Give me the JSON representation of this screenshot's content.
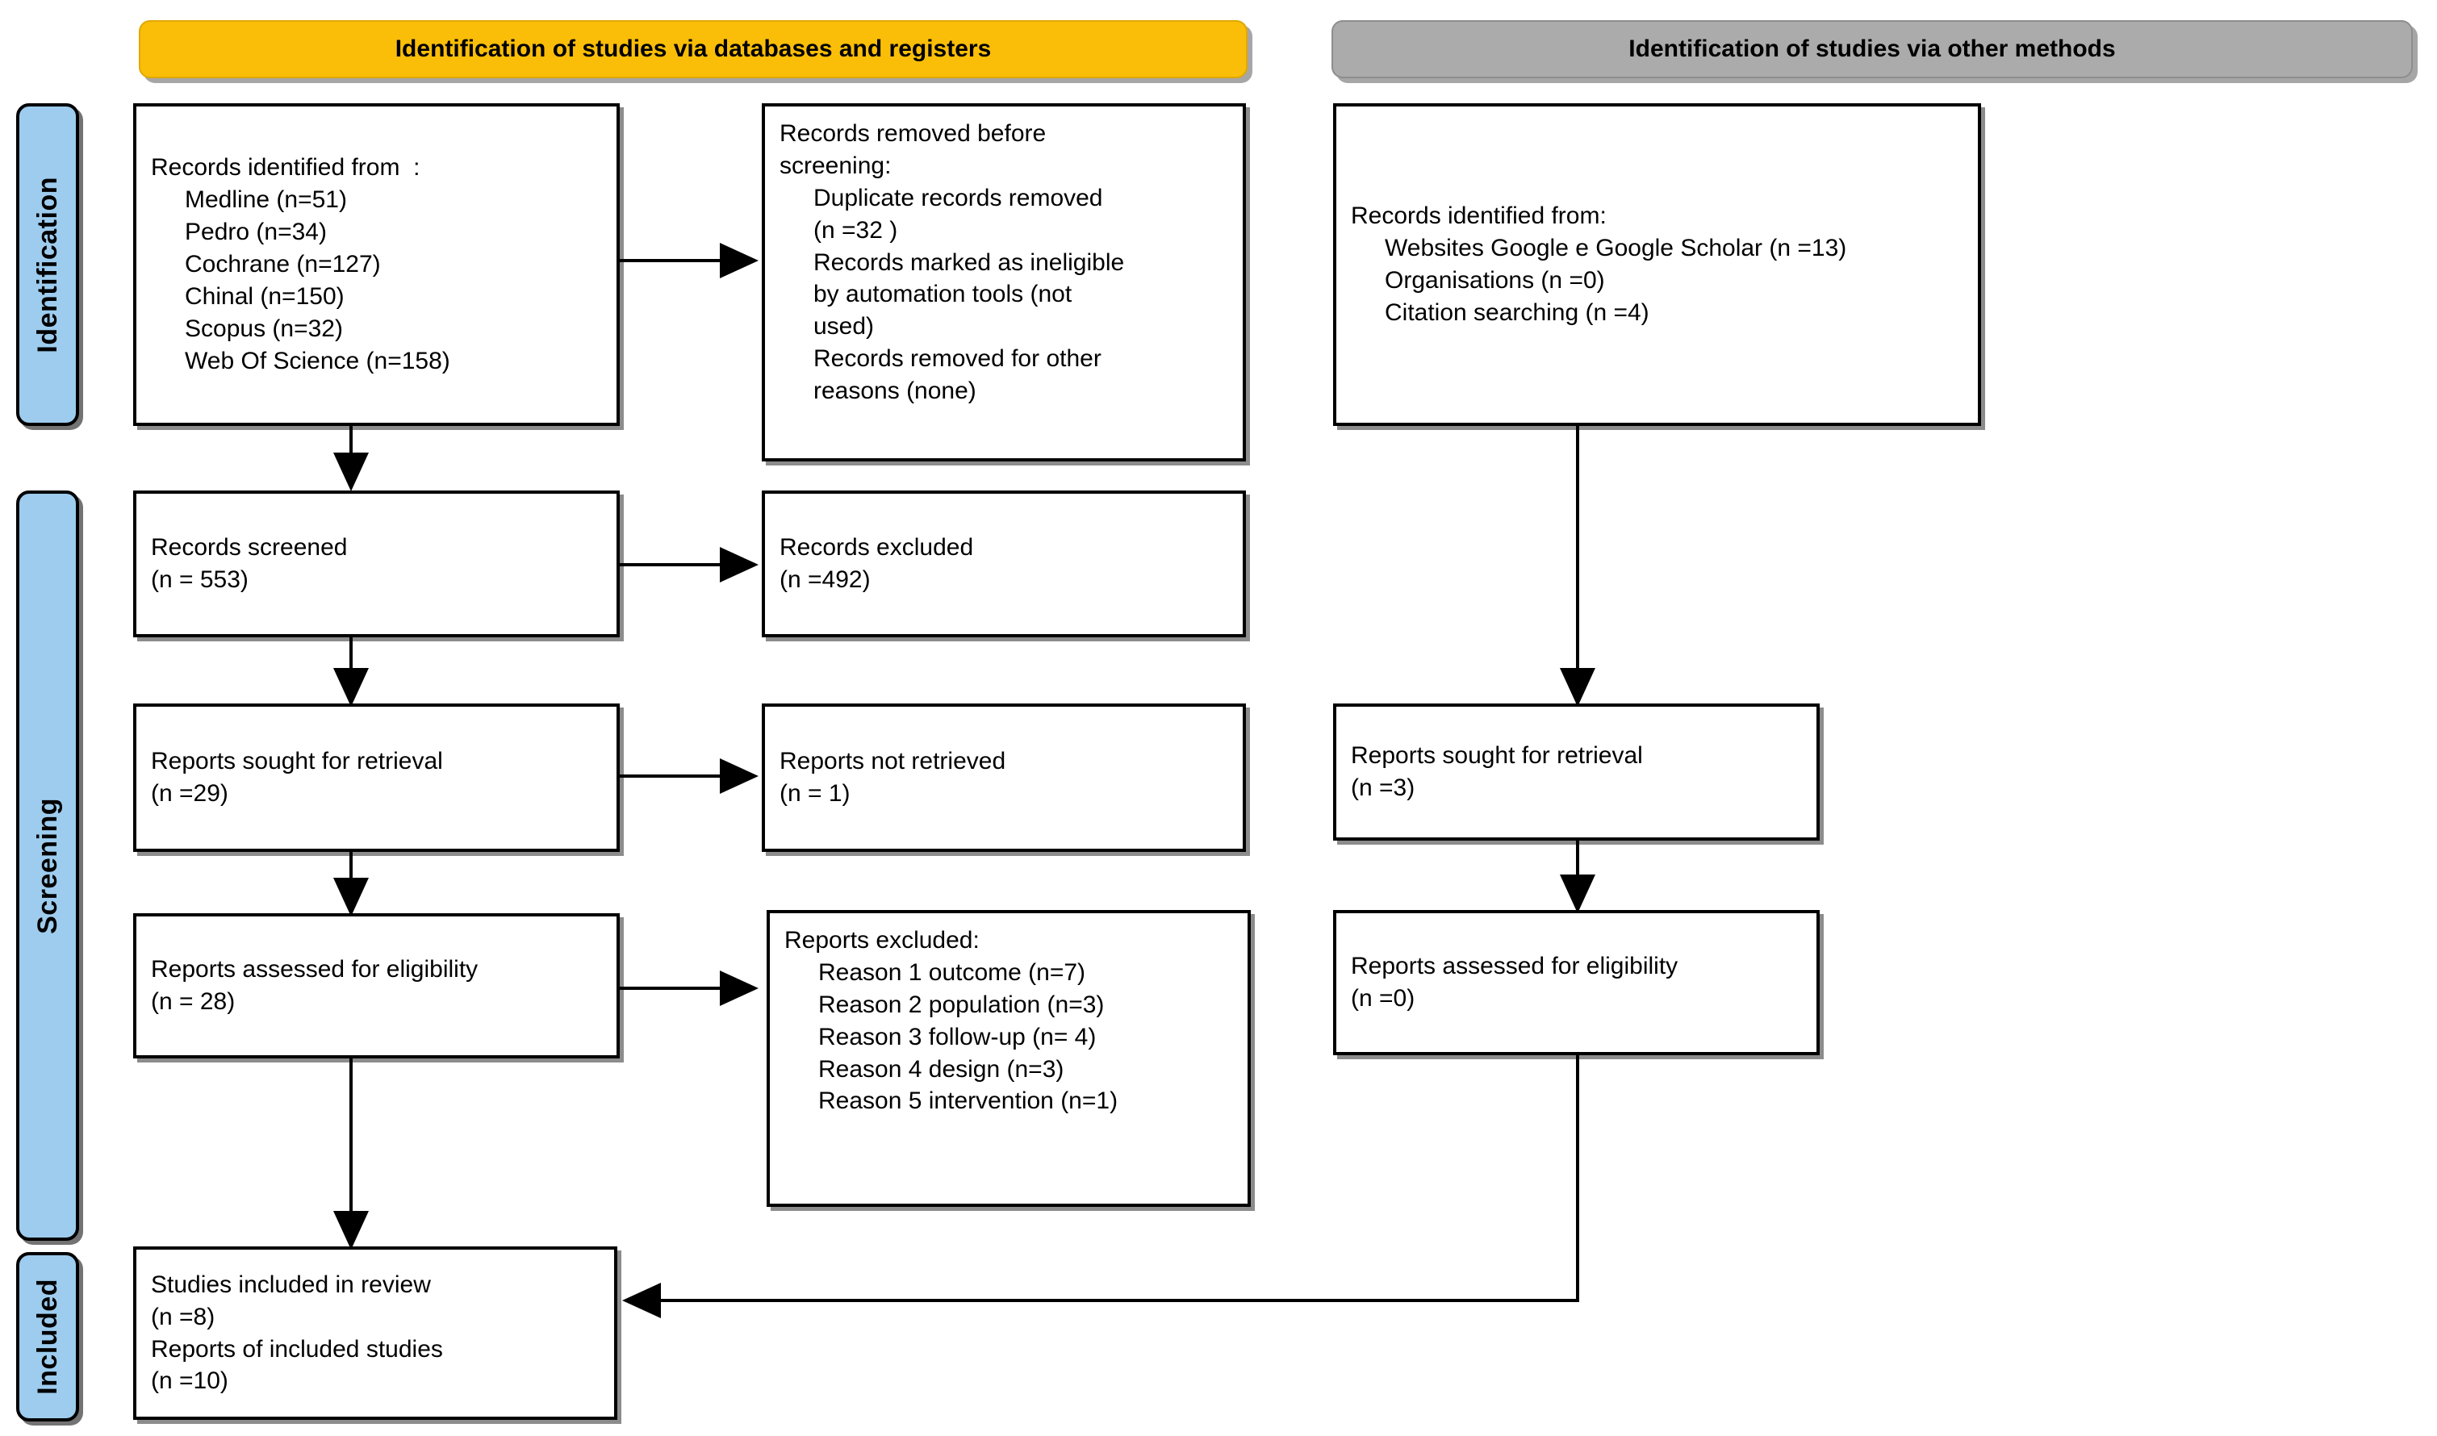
{
  "diagram": {
    "title": "PRISMA 2020 flow diagram",
    "colors": {
      "stage_pill_fill": "#9DCCEE",
      "banner_databases_fill": "#FBBE08",
      "banner_other_fill": "#ABABAB",
      "box_border": "#000000",
      "box_fill": "#FFFFFF",
      "connector": "#000000"
    }
  },
  "stages": [
    {
      "id": "identification",
      "label": "Identification"
    },
    {
      "id": "screening",
      "label": "Screening"
    },
    {
      "id": "included",
      "label": "Included"
    }
  ],
  "banners": {
    "databases": "Identification of studies via databases and registers",
    "other": "Identification of studies via other methods"
  },
  "boxes": {
    "records_identified": {
      "heading": "Records identified from  :",
      "items": [
        "Medline (n=51)",
        "Pedro (n=34)",
        "Cochrane (n=127)",
        "Chinal (n=150)",
        "Scopus (n=32)",
        "Web Of Science (n=158)"
      ]
    },
    "records_removed": {
      "heading_plain": "Records removed ",
      "heading_italic_a": "before",
      "heading_italic_b": "screening",
      "heading_colon": ":",
      "items": [
        "Duplicate records removed",
        "(n =32 )",
        "Records marked as ineligible",
        "by automation tools (not",
        "used)",
        "Records removed for other",
        "reasons (none)"
      ]
    },
    "records_screened": {
      "line1": "Records screened",
      "line2": "(n = 553)"
    },
    "records_excluded": {
      "line1": "Records excluded",
      "line2": "(n =492)"
    },
    "reports_sought_left": {
      "line1": "Reports sought for retrieval",
      "line2": "(n =29)"
    },
    "reports_not_retrieved": {
      "line1": "Reports not retrieved",
      "line2": "(n = 1)"
    },
    "reports_assessed_left": {
      "line1": "Reports assessed for eligibility",
      "line2": "(n = 28)"
    },
    "reports_excluded": {
      "heading": "Reports excluded:",
      "items": [
        "Reason 1 outcome (n=7)",
        "Reason 2 population (n=3)",
        "Reason 3 follow-up (n= 4)",
        "Reason 4 design (n=3)",
        "Reason 5 intervention (n=1)"
      ]
    },
    "records_identified_other": {
      "heading": "Records identified from:",
      "items": [
        "Websites Google e Google Scholar (n =13)",
        "Organisations (n =0)",
        "Citation searching (n =4)"
      ]
    },
    "reports_sought_right": {
      "line1": "Reports sought for retrieval",
      "line2": "(n =3)"
    },
    "reports_assessed_right": {
      "line1": "Reports assessed for eligibility",
      "line2": "(n =0)"
    },
    "studies_included": {
      "line1": "Studies included in review",
      "line2": "(n =8)",
      "line3": "Reports of included studies",
      "line4": "(n =10)"
    }
  }
}
